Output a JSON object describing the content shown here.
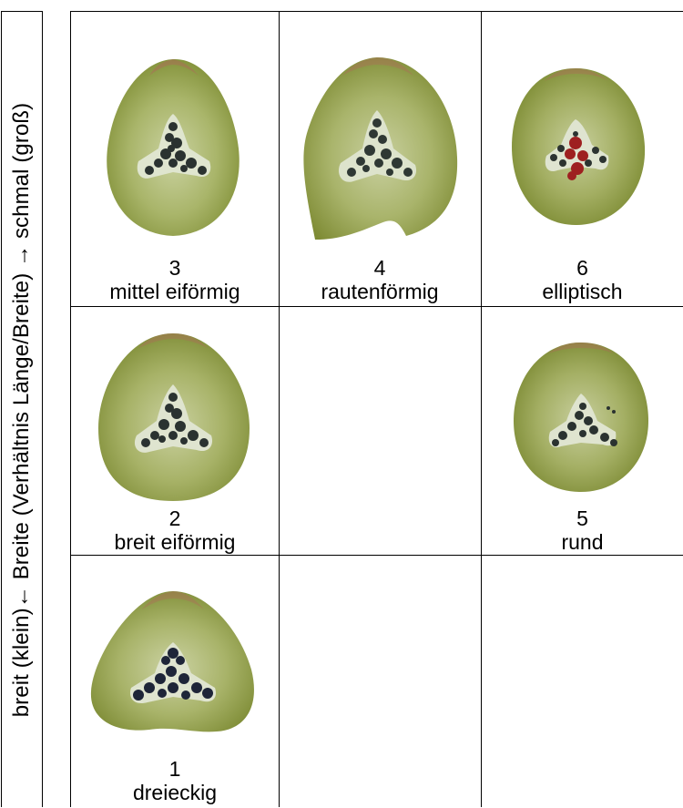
{
  "axis": {
    "label": "breit (klein)←  Breite (Verhältnis Länge/Breite) → schmal (groß)"
  },
  "cells": [
    {
      "id": "c3",
      "number": "3",
      "label": "mittel eiförmig",
      "shape": "ovate-medium"
    },
    {
      "id": "c4",
      "number": "4",
      "label": "rautenförmig",
      "shape": "rhomboid"
    },
    {
      "id": "c6",
      "number": "6",
      "label": "elliptisch",
      "shape": "elliptic"
    },
    {
      "id": "c2",
      "number": "2",
      "label": "breit eiförmig",
      "shape": "ovate-broad"
    },
    {
      "id": "c5",
      "number": "5",
      "label": "rund",
      "shape": "round"
    },
    {
      "id": "c1",
      "number": "1",
      "label": "dreieckig",
      "shape": "triangular"
    }
  ],
  "colors": {
    "flesh_outer": "#8a9a3c",
    "flesh_inner": "#b6c17a",
    "core": "#d9e0c8",
    "seeds": "#2a3230",
    "seeds_red": "#9e2020",
    "border": "#000000"
  }
}
